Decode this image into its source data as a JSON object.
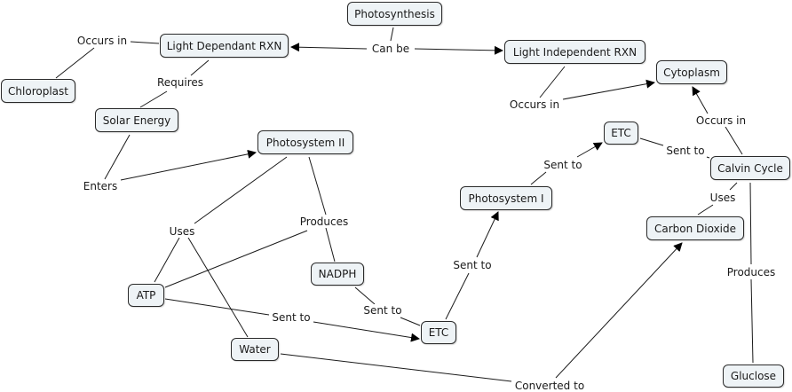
{
  "map": {
    "title": "Photosynthesis",
    "nodes": {
      "photosynthesis": "Photosynthesis",
      "light_dependant": "Light Dependant RXN",
      "light_independent": "Light Independent RXN",
      "chloroplast": "Chloroplast",
      "cytoplasm": "Cytoplasm",
      "solar_energy": "Solar Energy",
      "photosystem_ii": "Photosystem II",
      "etc_top": "ETC",
      "calvin_cycle": "Calvin Cycle",
      "photosystem_i": "Photosystem I",
      "carbon_dioxide": "Carbon Dioxide",
      "nadph": "NADPH",
      "atp": "ATP",
      "etc_bottom": "ETC",
      "water": "Water",
      "glucose": "Gluclose"
    },
    "link_labels": {
      "can_be": "Can be",
      "occurs_in_ld": "Occurs in",
      "requires": "Requires",
      "occurs_in_li": "Occurs in",
      "enters": "Enters",
      "uses_ps2": "Uses",
      "produces_ps2": "Produces",
      "sent_to_nadph": "Sent to",
      "sent_to_atp": "Sent to",
      "sent_to_etc_ps1": "Sent to",
      "sent_to_ps1_etc": "Sent to",
      "sent_to_etc_calvin": "Sent to",
      "occurs_in_calvin": "Occurs in",
      "uses_calvin": "Uses",
      "produces_calvin": "Produces",
      "converted_to": "Converted to"
    }
  }
}
